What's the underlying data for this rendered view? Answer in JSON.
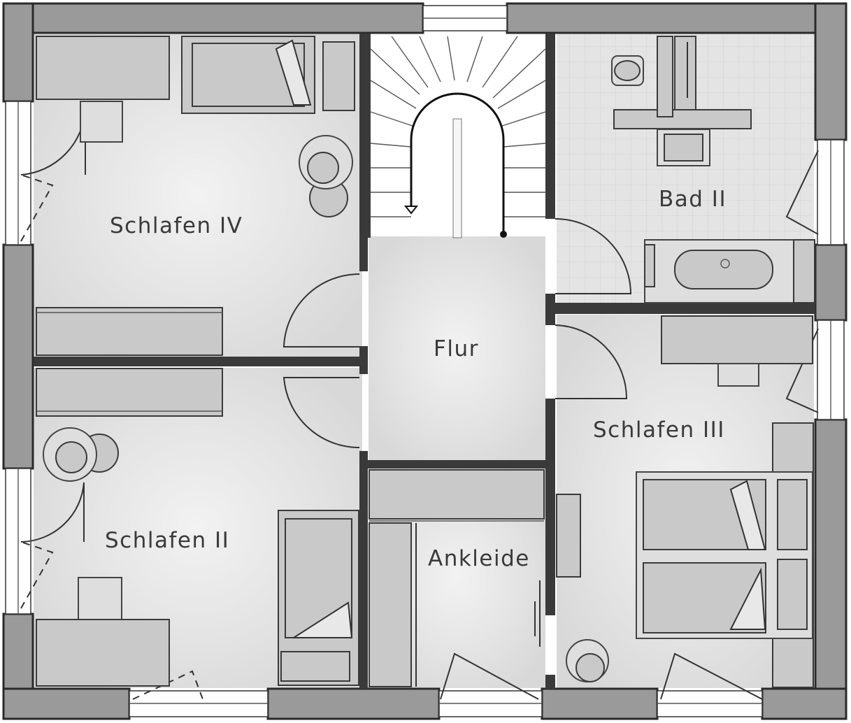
{
  "floor_plan": {
    "rooms": {
      "schlafen_iv": "Schlafen IV",
      "flur": "Flur",
      "bad_ii": "Bad II",
      "schlafen_iii": "Schlafen III",
      "schlafen_ii": "Schlafen II",
      "ankleide": "Ankleide"
    },
    "colors": {
      "outer_wall": "#9a9a9a",
      "inner_wall": "#3a3a3a",
      "floor": "#e6e6e6",
      "furniture": "#c9c9c9",
      "label": "#3a3a3a"
    }
  }
}
